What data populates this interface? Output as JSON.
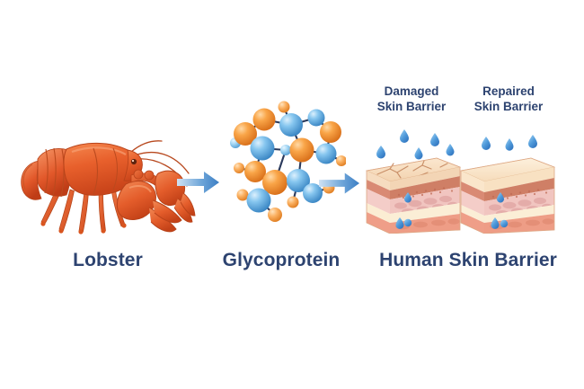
{
  "page": {
    "background": "#ffffff",
    "text_color": "#2d4370",
    "accent_orange": "#e8642a",
    "accent_blue": "#5aa9e0",
    "arrow_color": "#4a86c8"
  },
  "steps": [
    {
      "id": "lobster",
      "label": "Lobster",
      "icon": "lobster-illustration"
    },
    {
      "id": "glycoprotein",
      "label": "Glycoprotein",
      "icon": "molecule-illustration"
    },
    {
      "id": "skin",
      "label": "Human Skin Barrier",
      "icon": "skin-barrier-illustration"
    }
  ],
  "skin_panels": [
    {
      "id": "damaged",
      "title_line1": "Damaged",
      "title_line2": "Skin Barrier",
      "state": "cracked"
    },
    {
      "id": "repaired",
      "title_line1": "Repaired",
      "title_line2": "Skin Barrier",
      "state": "intact"
    }
  ],
  "arrows": [
    {
      "id": "arrow-lobster-to-glycoprotein",
      "direction": "right"
    },
    {
      "id": "arrow-glycoprotein-to-skin",
      "direction": "right"
    }
  ],
  "colors": {
    "lobster_light": "#f07a4a",
    "lobster_mid": "#e35b2a",
    "lobster_dark": "#c7401a",
    "molecule_orange_light": "#ffb063",
    "molecule_orange": "#f0882c",
    "molecule_orange_dark": "#d96a18",
    "molecule_blue_light": "#a8d8f5",
    "molecule_blue": "#6bb6e8",
    "molecule_blue_dark": "#3f8ec9",
    "bond": "#2b3a5c",
    "droplet": "#3f8ed6",
    "skin_top": "#f7e3c8",
    "skin_cream": "#fbeed6",
    "skin_granular": "#d9806f",
    "skin_pink": "#f3c9c4",
    "skin_cell": "#eab5b2",
    "skin_dermis": "#ef9d86",
    "skin_side": "#d98a70"
  }
}
